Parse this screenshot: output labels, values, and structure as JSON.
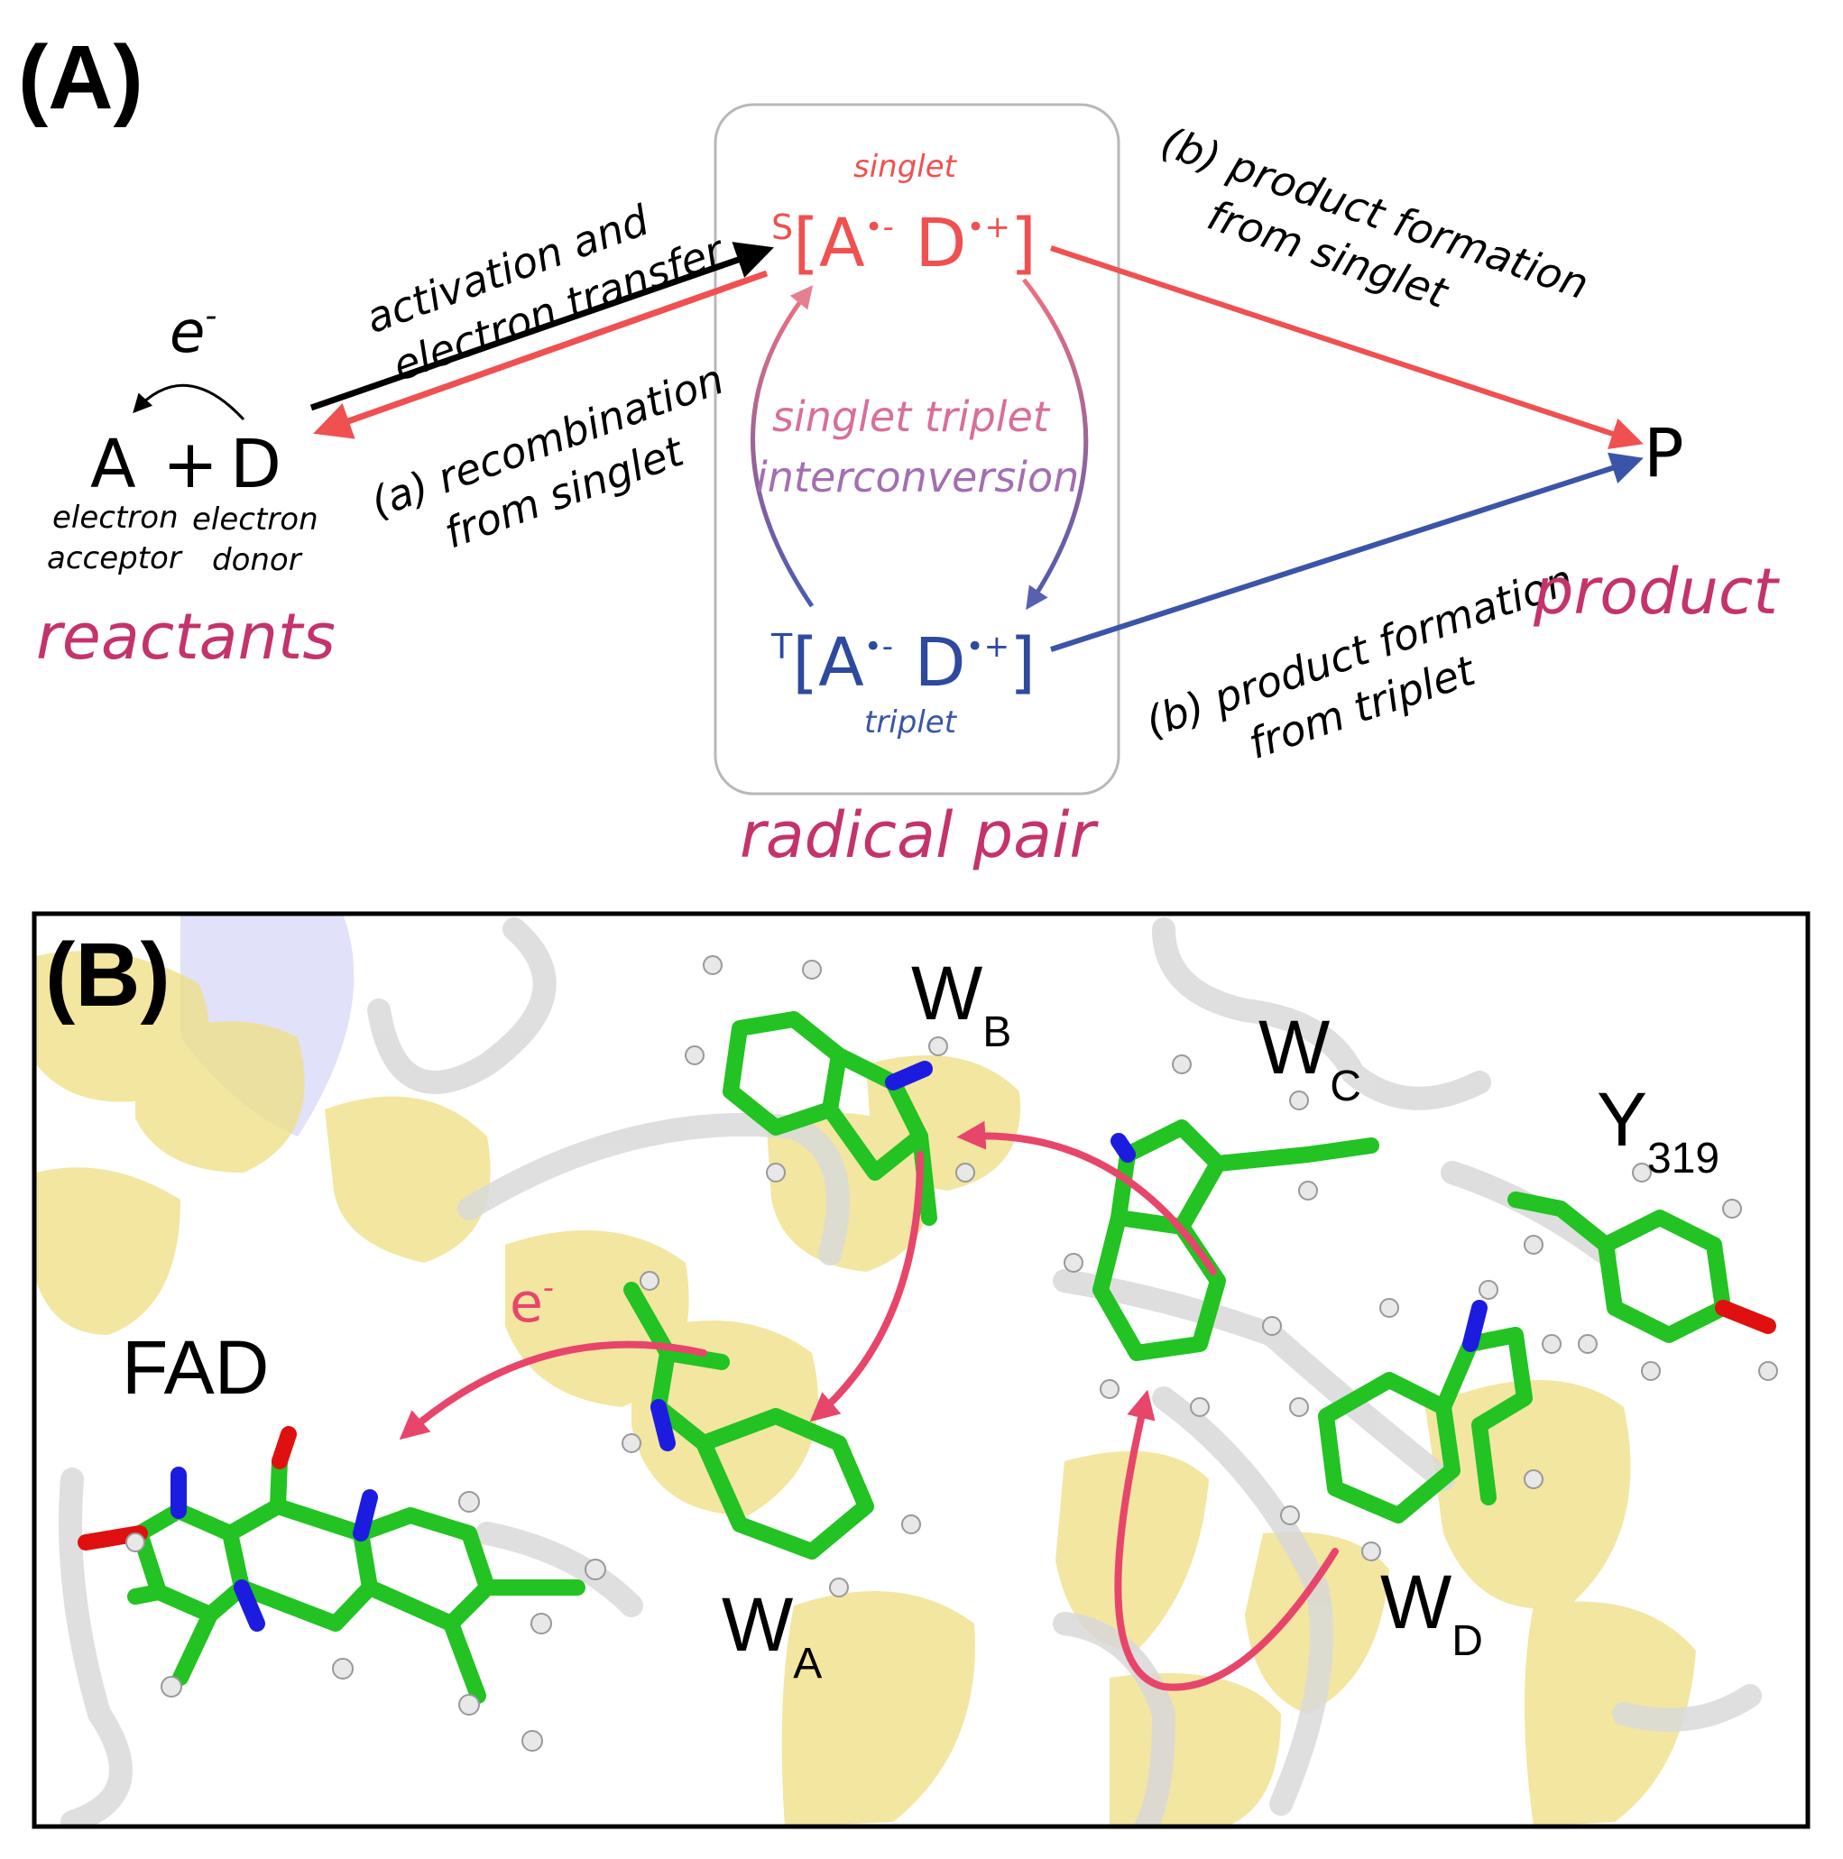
{
  "panel_a": {
    "label": "(A)",
    "electron": "e",
    "electron_sup": "-",
    "acceptor": "A",
    "plus": "+",
    "donor": "D",
    "acceptor_desc_1": "electron",
    "acceptor_desc_2": "acceptor",
    "donor_desc_1": "electron",
    "donor_desc_2": "donor",
    "reactants": "reactants",
    "singlet_label": "singlet",
    "singlet_prefix": "S",
    "triplet_label": "triplet",
    "triplet_prefix": "T",
    "pair_open": "[A",
    "a_sup": "•-",
    "pair_mid": " D",
    "d_sup": "•+",
    "pair_close": "]",
    "interconversion_1": "singlet  triplet",
    "interconversion_2": "interconversion",
    "radical_pair": "radical pair",
    "activation_1": "activation and",
    "activation_2": "electron transfer",
    "recomb_1": "(a) recombination",
    "recomb_2": "from singlet",
    "prod_s_1": "(b) product formation",
    "prod_s_2": "from singlet",
    "prod_t_1": "(b) product formation",
    "prod_t_2": "from triplet",
    "product_symbol": "P",
    "product": "product",
    "colors": {
      "singlet": "#f05050",
      "triplet": "#2e4a9e",
      "group": "#c4336b",
      "black": "#000000"
    }
  },
  "panel_b": {
    "label": "(B)",
    "fad": "FAD",
    "electron": "e",
    "electron_sup": "-",
    "residues": [
      {
        "main": "W",
        "sub": "A"
      },
      {
        "main": "W",
        "sub": "B"
      },
      {
        "main": "W",
        "sub": "C"
      },
      {
        "main": "W",
        "sub": "D"
      },
      {
        "main": "Y",
        "sub": "319"
      }
    ],
    "colors": {
      "carbon": "#22c322",
      "nitrogen": "#1c1ce0",
      "oxygen": "#e01010",
      "hydrogen": "#e8e8e8",
      "helix": "#efe08a",
      "coil": "#d8d8d8",
      "arrow": "#e8456b"
    }
  }
}
